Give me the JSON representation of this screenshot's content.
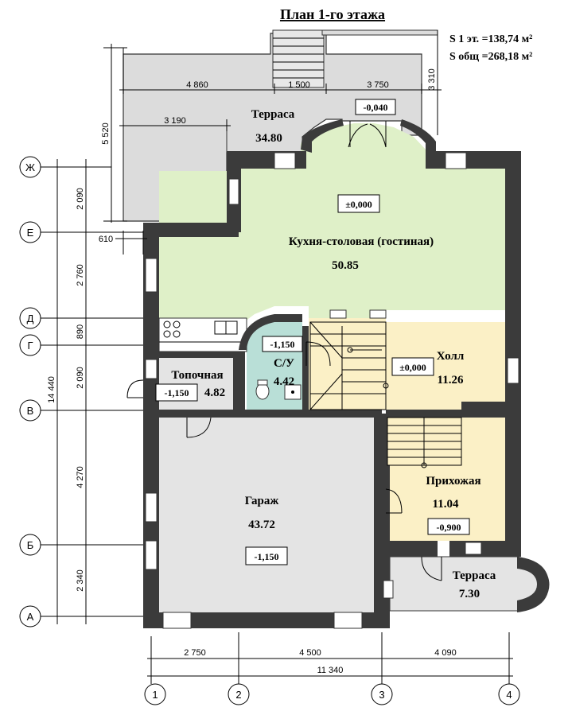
{
  "header": {
    "title": "План 1-го этажа",
    "area_floor": "S 1 эт. =138,74 м²",
    "area_total": "S общ =268,18 м²"
  },
  "rooms": {
    "terrace_top": {
      "name": "Терраса",
      "area": "34.80"
    },
    "kitchen": {
      "name": "Кухня-столовая (гостиная)",
      "area": "50.85"
    },
    "hall": {
      "name": "Холл",
      "area": "11.26"
    },
    "boiler": {
      "name": "Топочная",
      "area": "4.82"
    },
    "bath": {
      "name": "С/У",
      "area": "4.42"
    },
    "garage": {
      "name": "Гараж",
      "area": "43.72"
    },
    "entry": {
      "name": "Прихожая",
      "area": "11.04"
    },
    "terrace_bottom": {
      "name": "Терраса",
      "area": "7.30"
    }
  },
  "levels": {
    "terrace": "-0,040",
    "kitchen": "±0,000",
    "hall": "±0,000",
    "bath": "-1,150",
    "boiler": "-1,150",
    "garage": "-1,150",
    "entry": "-0,900"
  },
  "dimensions": {
    "top_4860": "4 860",
    "top_1500": "1 500",
    "top_3750": "3 750",
    "top_3190": "3 190",
    "v_5520": "5 520",
    "v_3310": "3 310",
    "v_610": "610",
    "left_2090a": "2 090",
    "left_2760": "2 760",
    "left_890": "890",
    "left_2090b": "2 090",
    "left_4270": "4 270",
    "left_2340": "2 340",
    "left_total": "14 440",
    "bottom_2750": "2 750",
    "bottom_4500": "4 500",
    "bottom_4090": "4 090",
    "bottom_total": "11 340"
  },
  "axes": {
    "zh": "Ж",
    "e": "Е",
    "d": "Д",
    "g": "Г",
    "v": "В",
    "b": "Б",
    "a": "А",
    "n1": "1",
    "n2": "2",
    "n3": "3",
    "n4": "4"
  },
  "colors": {
    "terrace": "#dcdcdc",
    "kitchen": "#dff0c8",
    "hall": "#fbf0c6",
    "bath": "#b9dfd7",
    "wall": "#3b3b3b"
  }
}
